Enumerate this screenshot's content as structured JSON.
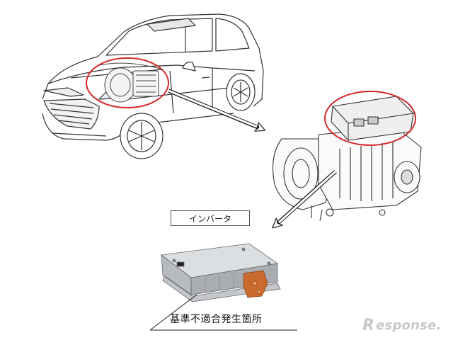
{
  "inverter_label": "インバータ",
  "defect_location_label": "基準不適合発生箇所",
  "watermark": {
    "mark": "R",
    "text": "esponse."
  },
  "colors": {
    "highlight_circle": "#d42a2a",
    "line_art": "#333333",
    "inverter_body": "#c7c9cc",
    "inverter_terminal": "#c96a2e",
    "watermark": "#c9c9c9"
  },
  "icons": [
    "car-line-drawing",
    "transmission-line-drawing",
    "inverter-photo"
  ]
}
